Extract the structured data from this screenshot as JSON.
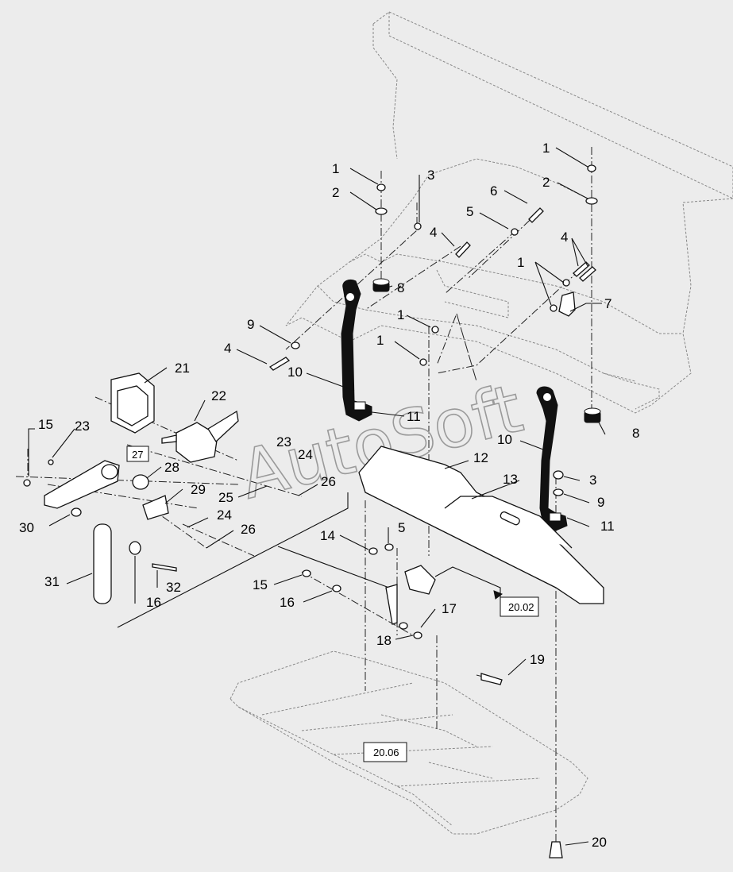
{
  "watermark": "AutoSoft",
  "callouts": {
    "c1a": "1",
    "c2a": "2",
    "c3a": "3",
    "c4a": "4",
    "c6": "6",
    "c5a": "5",
    "c1b": "1",
    "c2b": "2",
    "c4b": "4",
    "c1c": "1",
    "c7": "7",
    "c8a": "8",
    "c1d": "1",
    "c1e": "1",
    "c9a": "9",
    "c4c": "4",
    "c10a": "10",
    "c11a": "11",
    "c21": "21",
    "c22": "22",
    "c15a": "15",
    "c23a": "23",
    "c23b": "23",
    "c24a": "24",
    "c28": "28",
    "c29": "29",
    "c25": "25",
    "c26a": "26",
    "c24b": "24",
    "c26b": "26",
    "c30": "30",
    "c31": "31",
    "c16a": "16",
    "c32": "32",
    "c12": "12",
    "c13": "13",
    "c10b": "10",
    "c8b": "8",
    "c3b": "3",
    "c9b": "9",
    "c11b": "11",
    "c14": "14",
    "c5b": "5",
    "c15b": "15",
    "c16b": "16",
    "c17": "17",
    "c18": "18",
    "c19": "19",
    "c20": "20"
  },
  "ref_boxes": {
    "r27": "27",
    "r2002": "20.02",
    "r2006": "20.06"
  }
}
